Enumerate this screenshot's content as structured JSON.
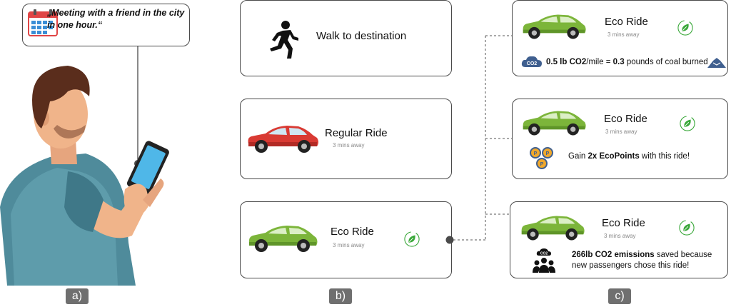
{
  "panel_a": {
    "quote": "„Meeting with a friend in the city in one hour.“",
    "label": "a)"
  },
  "panel_b": {
    "walk": {
      "title": "Walk to destination"
    },
    "regular": {
      "title": "Regular Ride",
      "subtitle": "3 mins away"
    },
    "eco": {
      "title": "Eco Ride",
      "subtitle": "3 mins away"
    },
    "label": "b)"
  },
  "panel_c": {
    "card1": {
      "title": "Eco Ride",
      "subtitle": "3 mins away",
      "co2_value": "0.5 lb CO2",
      "co2_unit": "/mile = ",
      "coal_value": "0.3",
      "coal_text": " pounds of coal burned"
    },
    "card2": {
      "title": "Eco Ride",
      "subtitle": "3 mins away",
      "points_pre": "Gain ",
      "points_bold": "2x EcoPoints",
      "points_post": " with this ride!"
    },
    "card3": {
      "title": "Eco Ride",
      "subtitle": "3 mins away",
      "saved_bold": "266lb CO2 emissions",
      "saved_post": " saved because new passengers chose this ride!"
    },
    "label": "c)"
  },
  "colors": {
    "eco_car": "#7cb53a",
    "regular_car": "#d93a33",
    "leaf": "#3aa83a",
    "label_bg": "#6f6f6f",
    "phone_screen": "#4fb7e8"
  }
}
